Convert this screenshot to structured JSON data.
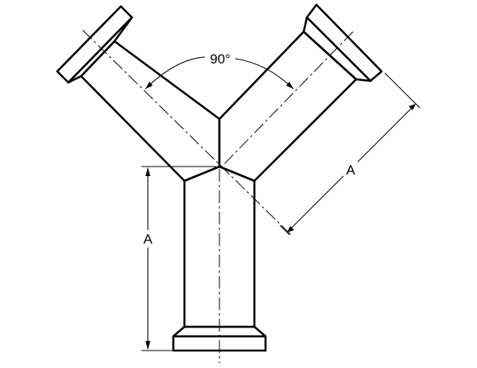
{
  "diagram": {
    "angle_label": "90°",
    "dimension_vertical_label": "A",
    "dimension_diagonal_label": "A"
  }
}
